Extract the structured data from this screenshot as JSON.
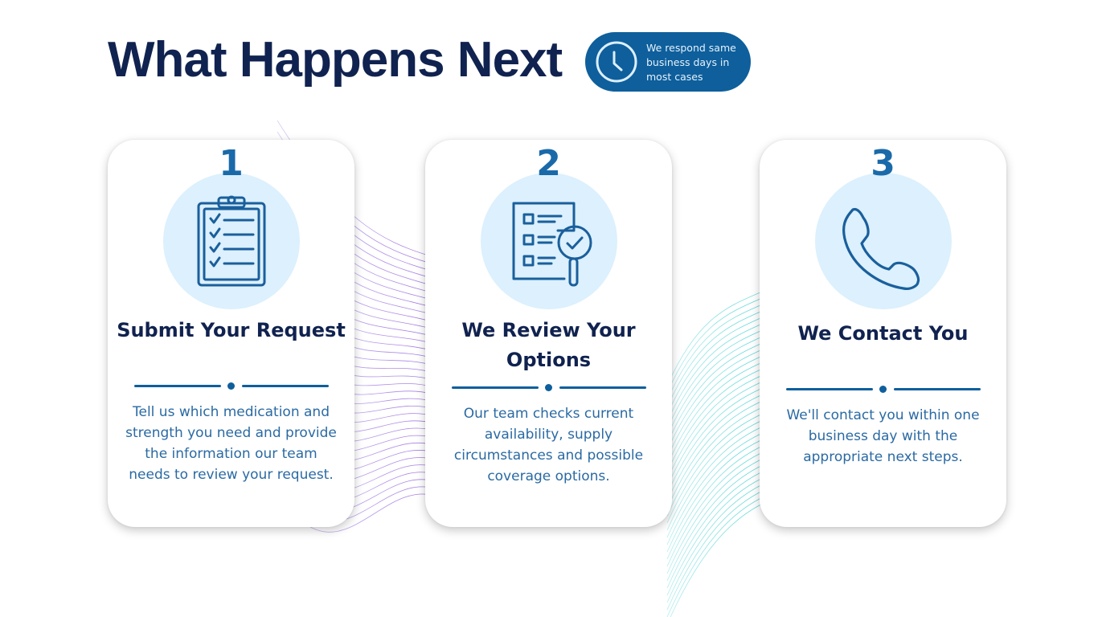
{
  "header": {
    "title": "What Happens Next",
    "badge_text": "We respond same business days in most cases"
  },
  "colors": {
    "navy": "#10224f",
    "accent_blue": "#0e5f9c",
    "text_blue": "#2a6aa3",
    "icon_circle": "#dcf0fd"
  },
  "steps": [
    {
      "number": "1",
      "title": "Submit Your Request",
      "description": "Tell us which medication and strength you need and provide the information our team needs to review your request.",
      "icon": "clipboard-checklist-icon"
    },
    {
      "number": "2",
      "title": "We Review Your Options",
      "description": "Our team checks current availability, supply circumstances and possible coverage options.",
      "icon": "document-search-icon"
    },
    {
      "number": "3",
      "title": "We Contact You",
      "description": "We'll contact you within one business day with the appropriate next steps.",
      "icon": "phone-icon"
    }
  ]
}
